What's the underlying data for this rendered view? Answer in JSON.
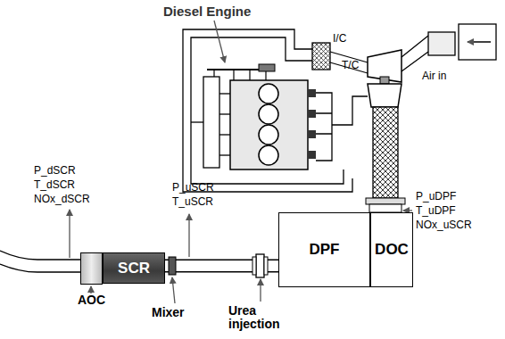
{
  "diagram": {
    "nodes": [
      {
        "text": [
          "DPF"
        ]
      },
      {
        "text": [
          "DOC"
        ]
      },
      {
        "text": [
          "SCR"
        ]
      },
      {
        "text": [
          "AOC"
        ]
      }
    ],
    "edges": [
      {
        "from": 0,
        "to": 2,
        "arrow": "none"
      }
    ],
    "labels": [
      "Diesel Engine",
      "I/C",
      "T/C",
      "Air in",
      "P_uDPF",
      "T_uDPF",
      "NOx_uSCR",
      "P_uSCR",
      "T_uSCR",
      "P_dSCR",
      "T_dSCR",
      "NOx_dSCR",
      "Mixer",
      "Urea injection"
    ]
  }
}
